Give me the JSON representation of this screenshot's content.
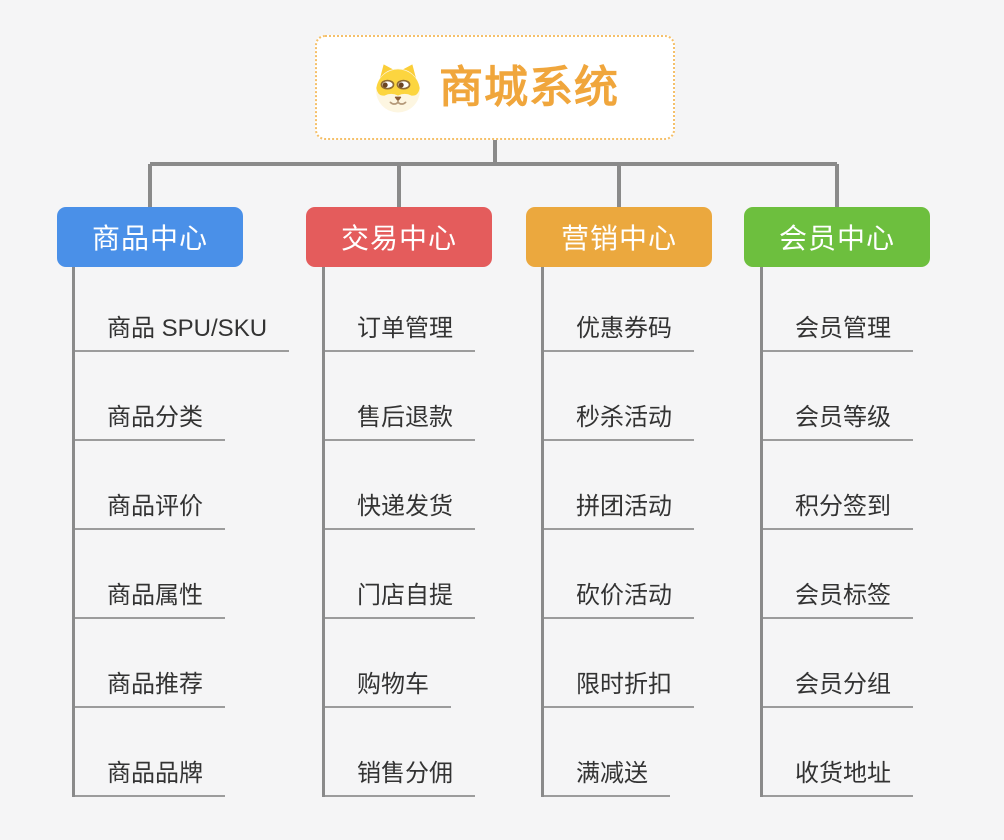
{
  "colors": {
    "bg": "#f5f5f6",
    "text": "#333333",
    "trunk": "#8a8a8a",
    "underline": "#9c9c9c",
    "root-border": "#f5c06a",
    "root-title": "#f0a63c",
    "node-text": "#ffffff"
  },
  "connectors": {
    "color": "#8a8a8a"
  },
  "root": {
    "title": "商城系统",
    "icon": "shiba-dog-icon"
  },
  "branches": [
    {
      "label": "商品中心",
      "color": "#4a90e8",
      "children": [
        "商品 SPU/SKU",
        "商品分类",
        "商品评价",
        "商品属性",
        "商品推荐",
        "商品品牌"
      ]
    },
    {
      "label": "交易中心",
      "color": "#e45c5c",
      "children": [
        "订单管理",
        "售后退款",
        "快递发货",
        "门店自提",
        "购物车",
        "销售分佣"
      ]
    },
    {
      "label": "营销中心",
      "color": "#eba83e",
      "children": [
        "优惠券码",
        "秒杀活动",
        "拼团活动",
        "砍价活动",
        "限时折扣",
        "满减送"
      ]
    },
    {
      "label": "会员中心",
      "color": "#6dbf3e",
      "children": [
        "会员管理",
        "会员等级",
        "积分签到",
        "会员标签",
        "会员分组",
        "收货地址"
      ]
    }
  ]
}
